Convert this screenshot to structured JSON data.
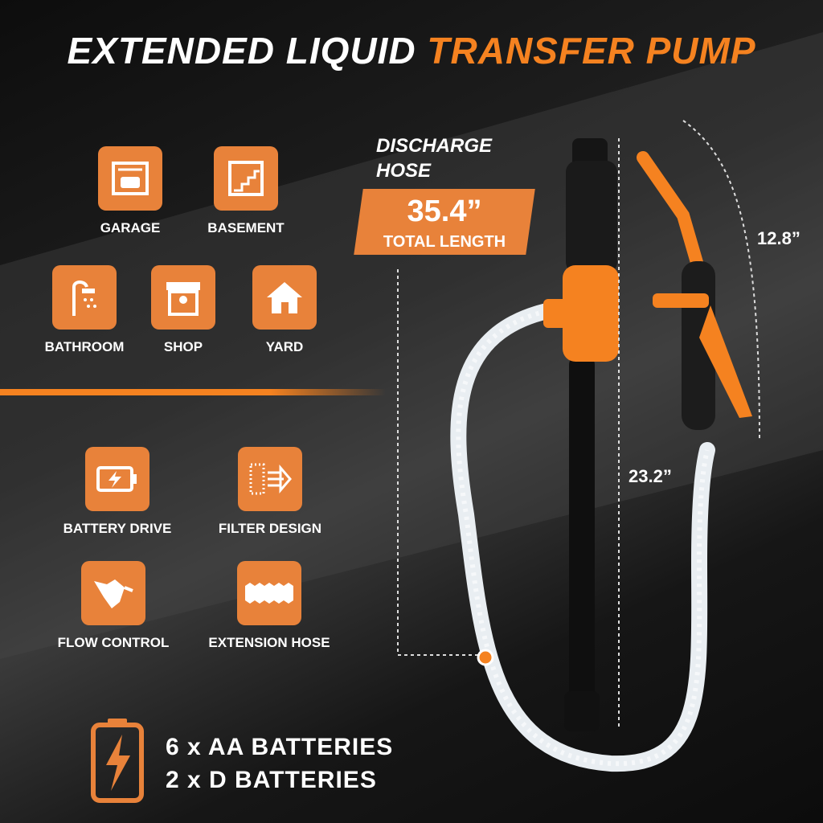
{
  "title": {
    "part1": "EXTENDED LIQUID",
    "part2": "TRANSFER PUMP"
  },
  "colors": {
    "accent": "#f58220",
    "tile": "#e8823a",
    "background": "#1a1a1a"
  },
  "locations": [
    {
      "label": "GARAGE",
      "icon": "garage-icon"
    },
    {
      "label": "BASEMENT",
      "icon": "basement-icon"
    },
    {
      "label": "BATHROOM",
      "icon": "shower-icon"
    },
    {
      "label": "SHOP",
      "icon": "shop-icon"
    },
    {
      "label": "YARD",
      "icon": "house-icon"
    }
  ],
  "features": [
    {
      "label": "BATTERY DRIVE",
      "icon": "battery-charge-icon"
    },
    {
      "label": "FILTER DESIGN",
      "icon": "filter-icon"
    },
    {
      "label": "FLOW CONTROL",
      "icon": "flow-control-icon"
    },
    {
      "label": "EXTENSION HOSE",
      "icon": "extension-hose-icon"
    }
  ],
  "spec": {
    "heading_line1": "DISCHARGE",
    "heading_line2": "HOSE",
    "value": "35.4”",
    "caption": "TOTAL LENGTH"
  },
  "dimensions": {
    "nozzle": "12.8”",
    "tube": "23.2”"
  },
  "batteries": {
    "line1": "6 x AA BATTERIES",
    "line2": "2 x D BATTERIES"
  }
}
